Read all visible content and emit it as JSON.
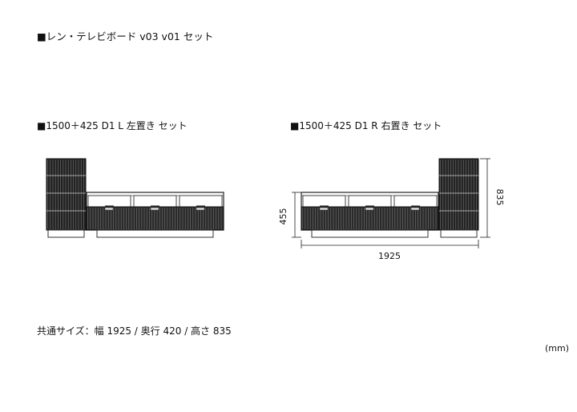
{
  "title": "■レン・テレビボード v03 v01 セット",
  "variants": [
    {
      "label": "■1500＋425 D1 L 左置き セット",
      "side": "left"
    },
    {
      "label": "■1500＋425 D1 R 右置き セット",
      "side": "right"
    }
  ],
  "dimensions": {
    "height": "835",
    "board_height": "455",
    "width": "1925"
  },
  "common": "共通サイズ：幅 1925 / 奥行 420 / 高さ 835",
  "unit": "(mm)"
}
